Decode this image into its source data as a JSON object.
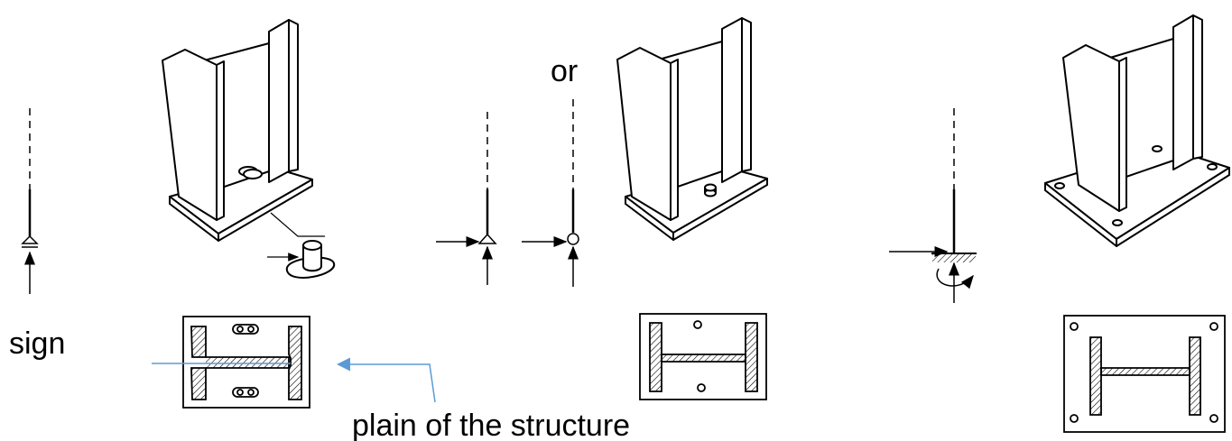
{
  "labels": {
    "sign": "sign",
    "or": "or",
    "plane": "plain of the structure"
  },
  "colors": {
    "ink": "#000000",
    "pointer": "#5b9bd5",
    "hatch": "#000000"
  }
}
